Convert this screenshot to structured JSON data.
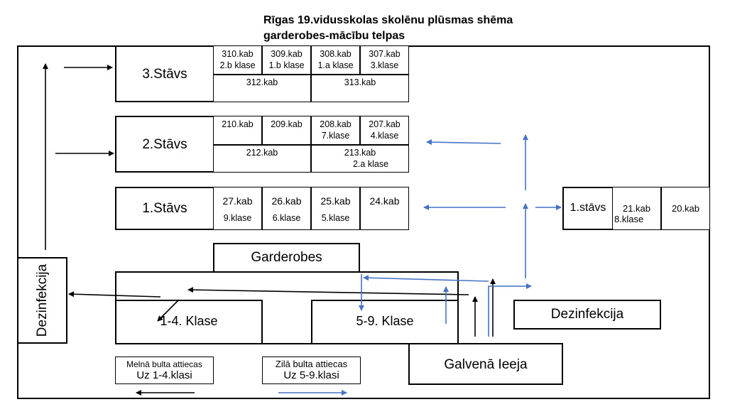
{
  "title": {
    "line1": "Rīgas 19.vidusskolas skolēnu plūsmas shēma",
    "line2": "garderobes-mācību telpas"
  },
  "floors": {
    "f3": {
      "label": "3.Stāvs",
      "rooms": [
        {
          "room": "310.kab",
          "cls": "2.b klase"
        },
        {
          "room": "309.kab",
          "cls": "1.b klase"
        },
        {
          "room": "308.kab",
          "cls": "1.a klase"
        },
        {
          "room": "307.kab",
          "cls": "3.klase"
        }
      ],
      "bottom": [
        {
          "room": "312.kab",
          "cls": ""
        },
        {
          "room": "313.kab",
          "cls": ""
        }
      ]
    },
    "f2": {
      "label": "2.Stāvs",
      "rooms": [
        {
          "room": "210.kab",
          "cls": ""
        },
        {
          "room": "209.kab",
          "cls": ""
        },
        {
          "room": "208.kab",
          "cls": "7.klase"
        },
        {
          "room": "207.kab",
          "cls": "4.klase"
        }
      ],
      "bottom": [
        {
          "room": "212.kab",
          "cls": ""
        },
        {
          "room": "213.kab",
          "cls": "2.a klase"
        }
      ]
    },
    "f1": {
      "label": "1.Stāvs",
      "rooms": [
        {
          "room": "27.kab",
          "cls": "9.klase"
        },
        {
          "room": "26.kab",
          "cls": "6.klase"
        },
        {
          "room": "25.kab",
          "cls": "5.klase"
        },
        {
          "room": "24.kab",
          "cls": ""
        }
      ]
    },
    "f1_right": {
      "label": "1.stāvs",
      "rooms": [
        {
          "room": "21.kab",
          "cls": "8.klase"
        },
        {
          "room": "20.kab",
          "cls": ""
        }
      ]
    }
  },
  "areas": {
    "garderobes": "Garderobes",
    "klase_1_4": "1-4. Klase",
    "klase_5_9": "5-9. Klase",
    "dezinfekcija_left": "Dezinfekcija",
    "dezinfekcija_right": "Dezinfekcija",
    "galvena_ieeja": "Galvenā Ieeja"
  },
  "legend": {
    "black": {
      "line1": "Melnā bulta attiecas",
      "line2": "Uz 1-4.klasi",
      "color": "#000000"
    },
    "blue": {
      "line1": "Zilā bulta attiecas",
      "line2": "Uz 5-9.klasi",
      "color": "#4472c4"
    }
  }
}
